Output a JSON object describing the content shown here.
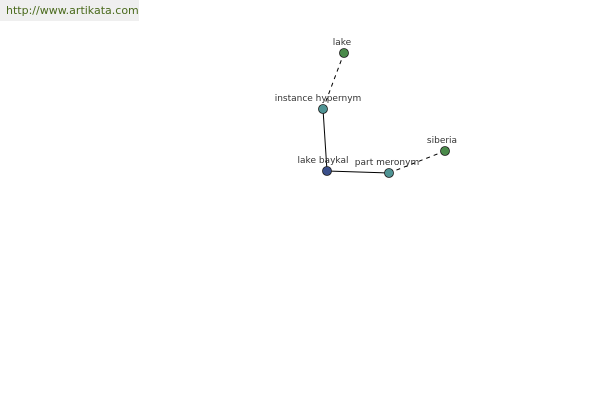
{
  "header": {
    "url": "http://www.artikata.com"
  },
  "graph": {
    "colors": {
      "center": "#3a4f8a",
      "relation": "#4f9494",
      "term": "#4a8a4a",
      "edge": "#000000",
      "label": "#333333"
    },
    "nodes": [
      {
        "id": "lake-baykal",
        "label": "lake baykal",
        "kind": "center"
      },
      {
        "id": "instance-hypernym",
        "label": "instance hypernym",
        "kind": "relation"
      },
      {
        "id": "lake",
        "label": "lake",
        "kind": "term"
      },
      {
        "id": "part-meronym",
        "label": "part meronym",
        "kind": "relation"
      },
      {
        "id": "siberia",
        "label": "siberia",
        "kind": "term"
      }
    ],
    "edges": [
      {
        "from": "lake-baykal",
        "to": "instance-hypernym",
        "style": "solid"
      },
      {
        "from": "instance-hypernym",
        "to": "lake",
        "style": "dashed"
      },
      {
        "from": "lake-baykal",
        "to": "part-meronym",
        "style": "solid"
      },
      {
        "from": "part-meronym",
        "to": "siberia",
        "style": "dashed"
      }
    ]
  }
}
